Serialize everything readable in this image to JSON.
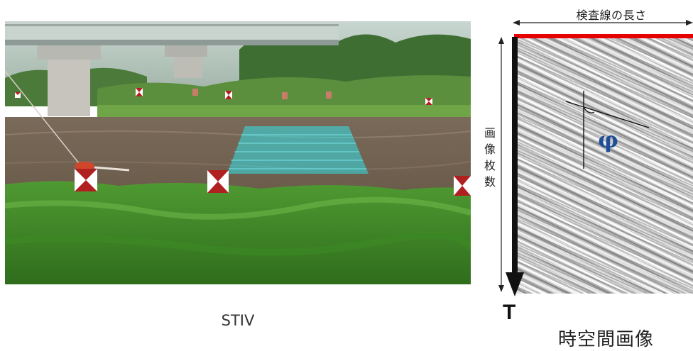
{
  "photo_caption": "STIV",
  "spatiotemporal": {
    "length_label": "検査線の長さ",
    "count_label": "画像枚数",
    "time_axis_label": "T",
    "angle_symbol": "φ",
    "caption": "時空間画像"
  },
  "colors": {
    "inspection_line": "#e60000",
    "angle_symbol": "#1f4e99",
    "roi_overlay": "#33e0e8"
  }
}
